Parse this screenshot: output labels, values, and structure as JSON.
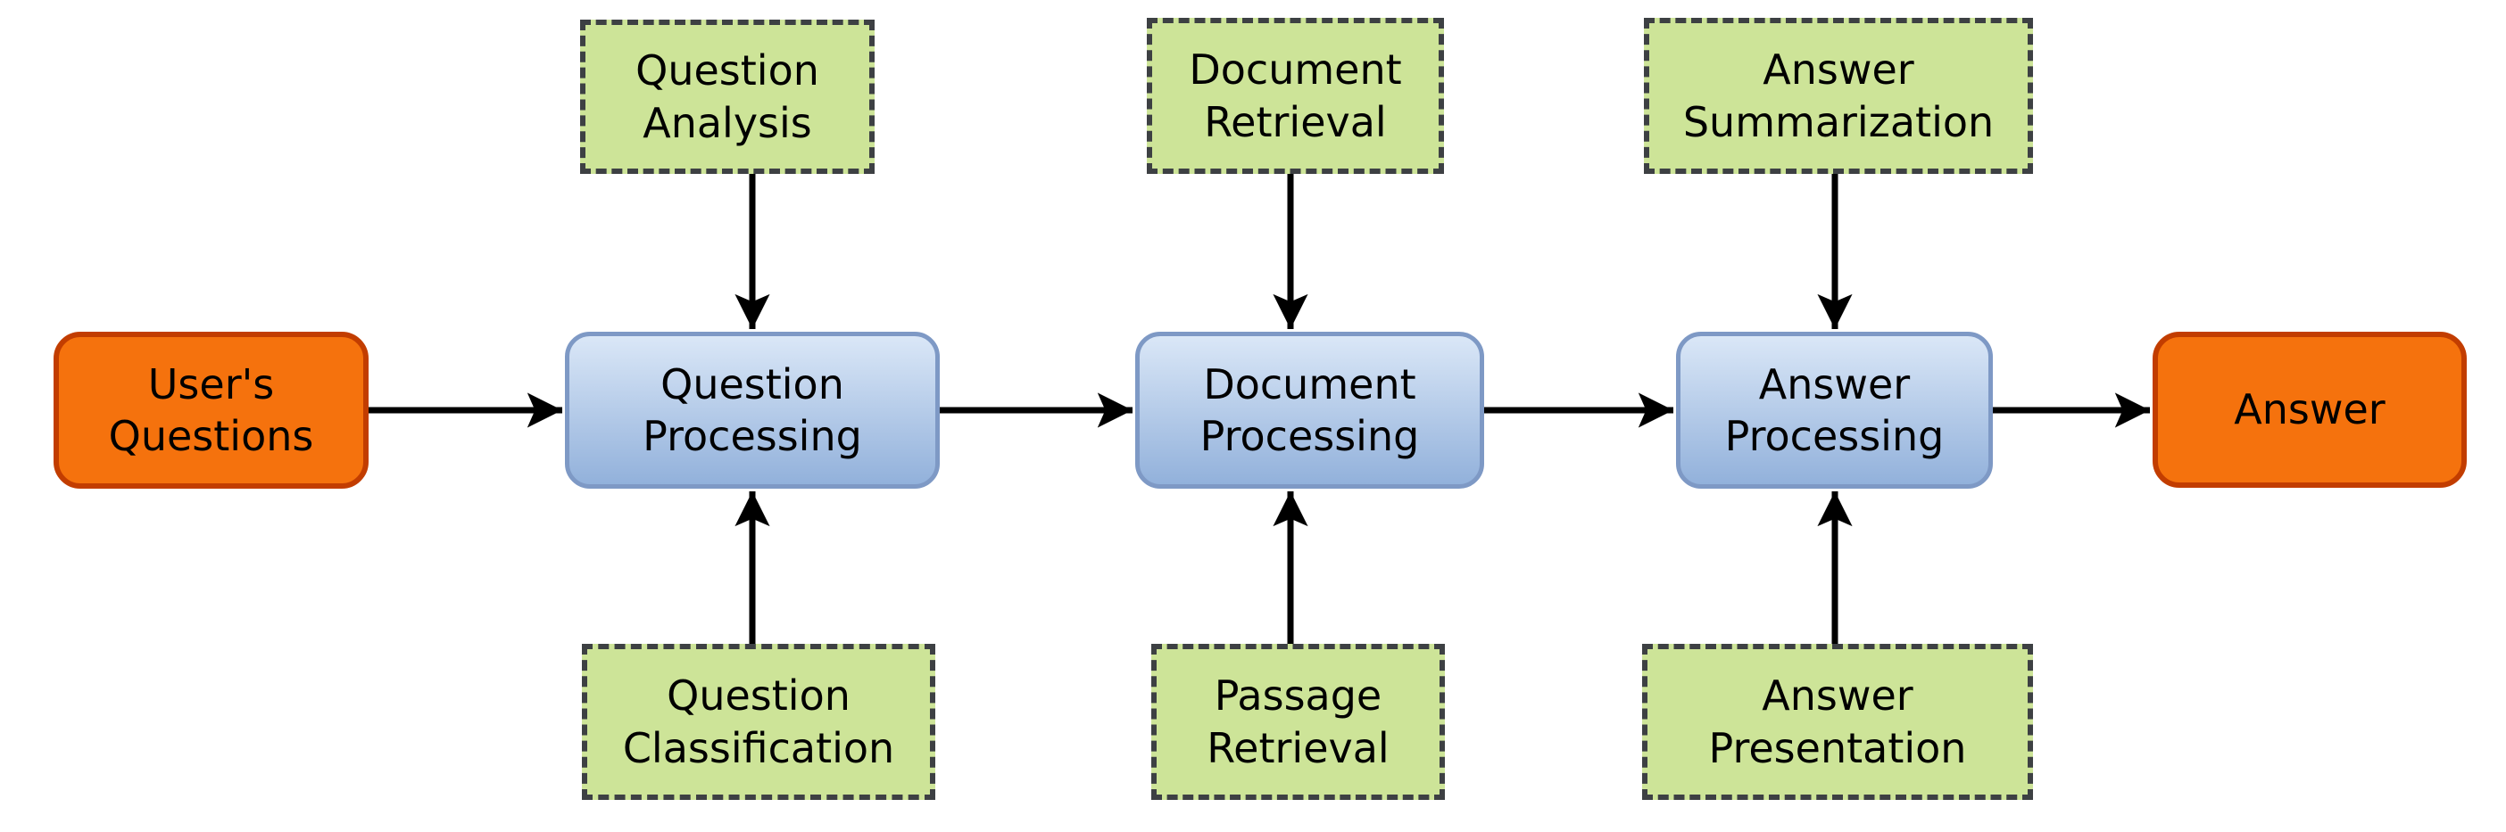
{
  "diagram": {
    "background_color": "#ffffff",
    "nodes": {
      "users_questions": {
        "label": "User's\nQuestions",
        "type": "terminal"
      },
      "question_processing": {
        "label": "Question\nProcessing",
        "type": "process"
      },
      "document_processing": {
        "label": "Document\nProcessing",
        "type": "process"
      },
      "answer_processing": {
        "label": "Answer\nProcessing",
        "type": "process"
      },
      "answer": {
        "label": "Answer",
        "type": "terminal"
      },
      "question_analysis": {
        "label": "Question\nAnalysis",
        "type": "subtask"
      },
      "document_retrieval": {
        "label": "Document\nRetrieval",
        "type": "subtask"
      },
      "answer_summarization": {
        "label": "Answer\nSummarization",
        "type": "subtask"
      },
      "question_classification": {
        "label": "Question\nClassification",
        "type": "subtask"
      },
      "passage_retrieval": {
        "label": "Passage\nRetrieval",
        "type": "subtask"
      },
      "answer_presentation": {
        "label": "Answer\nPresentation",
        "type": "subtask"
      }
    },
    "colors": {
      "terminal_fill": "#F5720D",
      "terminal_border": "#C23D00",
      "process_fill_top": "#DAE7F7",
      "process_fill_bottom": "#92B1DB",
      "process_border": "#7E99C5",
      "subtask_fill": "#CDE498",
      "subtask_border": "#3D4043",
      "arrow": "#000000",
      "text": "#000000"
    }
  }
}
